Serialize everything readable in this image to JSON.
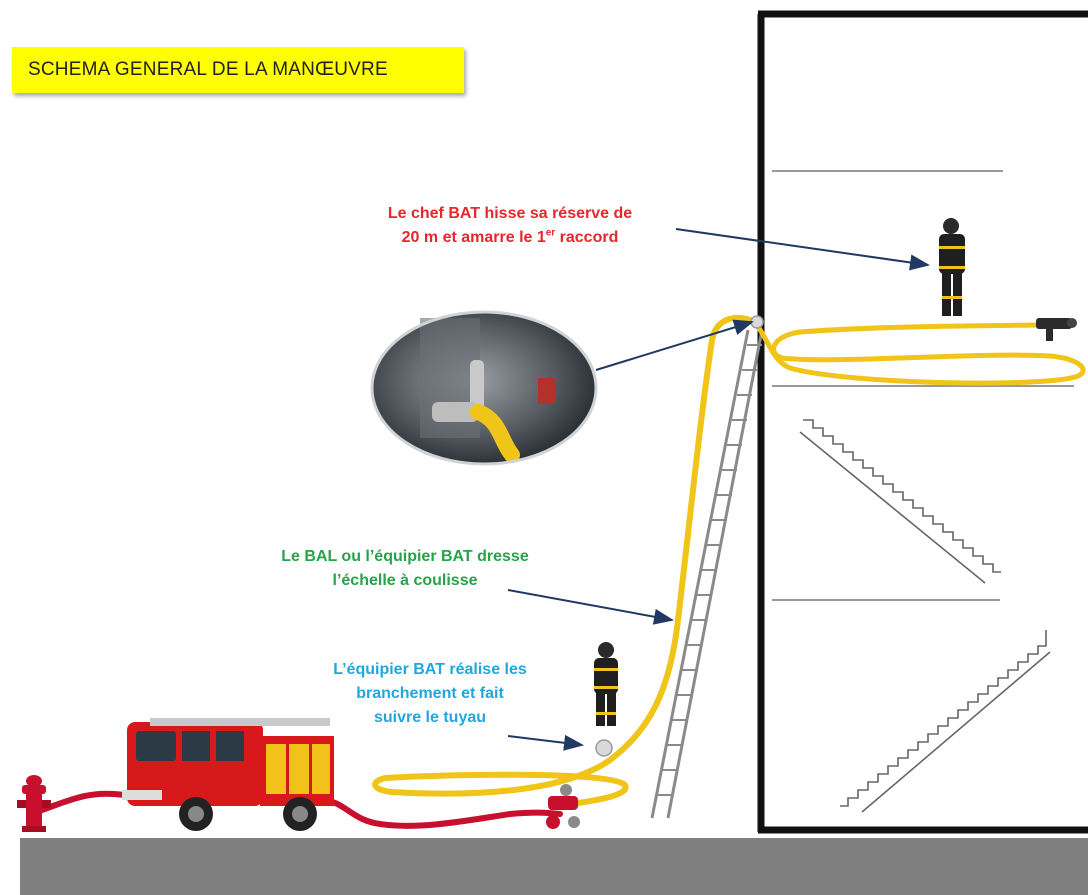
{
  "title": "SCHEMA GENERAL DE LA MANŒUVRE",
  "annotations": {
    "chef_bat": {
      "line1": "Le chef BAT hisse sa réserve de",
      "line2_a": "20 m et amarre le 1",
      "line2_sup": "er",
      "line2_b": " raccord",
      "color": "#e8262b"
    },
    "bal": {
      "line1": "Le BAL ou l’équipier BAT dresse",
      "line2": "l’échelle à coulisse",
      "color": "#27a34a"
    },
    "equipier": {
      "line1": "L’équipier BAT réalise les",
      "line2": "branchement et fait",
      "line3": "suivre le tuyau",
      "color": "#1fa8e0"
    }
  },
  "colors": {
    "ground": "#7f7f7f",
    "hose": "#f0c419",
    "supply_hose": "#c8102e",
    "arrow": "#1f3864",
    "truck_body": "#d7191c",
    "truck_panels": "#f2c21b"
  },
  "icons": [
    "fire-truck-icon",
    "fire-hydrant-icon",
    "firefighter-icon",
    "nozzle-icon",
    "ladder-icon",
    "staircase-icon",
    "hose-coupling-photo"
  ]
}
